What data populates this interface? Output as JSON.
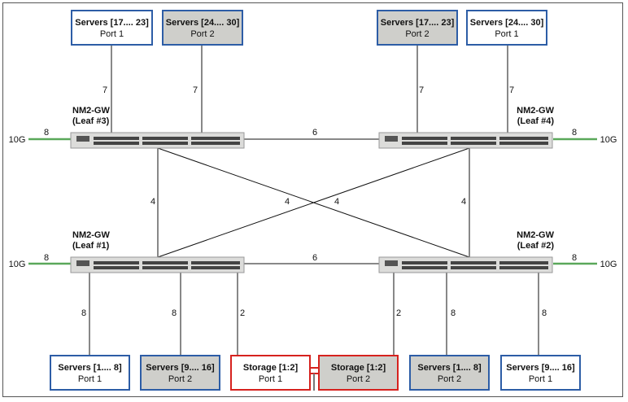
{
  "switches": [
    {
      "name": "NM2-GW",
      "role": "(Leaf #3)"
    },
    {
      "name": "NM2-GW",
      "role": "(Leaf #4)"
    },
    {
      "name": "NM2-GW",
      "role": "(Leaf #1)"
    },
    {
      "name": "NM2-GW",
      "role": "(Leaf #2)"
    }
  ],
  "top_boxes": [
    {
      "title": "Servers [17.... 23]",
      "port": "Port 1"
    },
    {
      "title": "Servers [24.... 30]",
      "port": "Port 2"
    },
    {
      "title": "Servers [17.... 23]",
      "port": "Port 2"
    },
    {
      "title": "Servers [24.... 30]",
      "port": "Port 1"
    }
  ],
  "bottom_boxes": [
    {
      "title": "Servers [1.... 8]",
      "port": "Port 1"
    },
    {
      "title": "Servers [9.... 16]",
      "port": "Port 2"
    },
    {
      "title": "Storage [1:2]",
      "port": "Port 1"
    },
    {
      "title": "Storage [1:2]",
      "port": "Port 2"
    },
    {
      "title": "Servers [1.... 8]",
      "port": "Port 2"
    },
    {
      "title": "Servers [9.... 16]",
      "port": "Port 1"
    }
  ],
  "links": {
    "top": [
      "7",
      "7",
      "7",
      "7"
    ],
    "isl": [
      "6",
      "6"
    ],
    "mesh": [
      "4",
      "4",
      "4",
      "4"
    ],
    "bottom": [
      "8",
      "8",
      "2",
      "2",
      "8",
      "8"
    ],
    "uplink_count": [
      "8",
      "8",
      "8",
      "8"
    ],
    "uplink_speed": [
      "10G",
      "10G",
      "10G",
      "10G"
    ]
  },
  "colors": {
    "blue": "#2d5da6",
    "red": "#d6221e",
    "green": "#5aa85a",
    "gray_fill": "#cfcfcb"
  }
}
